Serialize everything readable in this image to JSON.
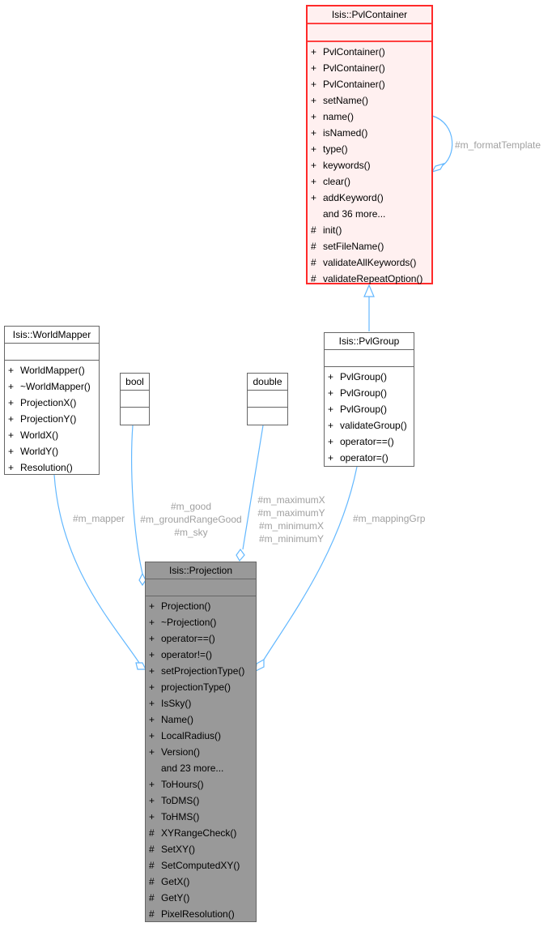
{
  "colors": {
    "edge": "#63b8ff",
    "focus_fill": "#999999",
    "highlight_border": "#ff2a2a",
    "highlight_fill": "#fff0f0",
    "label": "#a0a0a0"
  },
  "classes": {
    "pvlcontainer": {
      "name": "Isis::PvlContainer",
      "operations": [
        {
          "vis": "+",
          "name": "PvlContainer()"
        },
        {
          "vis": "+",
          "name": "PvlContainer()"
        },
        {
          "vis": "+",
          "name": "PvlContainer()"
        },
        {
          "vis": "+",
          "name": "setName()"
        },
        {
          "vis": "+",
          "name": "name()"
        },
        {
          "vis": "+",
          "name": "isNamed()"
        },
        {
          "vis": "+",
          "name": "type()"
        },
        {
          "vis": "+",
          "name": "keywords()"
        },
        {
          "vis": "+",
          "name": "clear()"
        },
        {
          "vis": "+",
          "name": "addKeyword()"
        },
        {
          "vis": "",
          "name": "and 36 more..."
        },
        {
          "vis": "#",
          "name": "init()"
        },
        {
          "vis": "#",
          "name": "setFileName()"
        },
        {
          "vis": "#",
          "name": "validateAllKeywords()"
        },
        {
          "vis": "#",
          "name": "validateRepeatOption()"
        }
      ]
    },
    "worldmapper": {
      "name": "Isis::WorldMapper",
      "operations": [
        {
          "vis": "+",
          "name": "WorldMapper()"
        },
        {
          "vis": "+",
          "name": "~WorldMapper()"
        },
        {
          "vis": "+",
          "name": "ProjectionX()"
        },
        {
          "vis": "+",
          "name": "ProjectionY()"
        },
        {
          "vis": "+",
          "name": "WorldX()"
        },
        {
          "vis": "+",
          "name": "WorldY()"
        },
        {
          "vis": "+",
          "name": "Resolution()"
        }
      ]
    },
    "bool": {
      "name": "bool"
    },
    "double": {
      "name": "double"
    },
    "pvlgroup": {
      "name": "Isis::PvlGroup",
      "operations": [
        {
          "vis": "+",
          "name": "PvlGroup()"
        },
        {
          "vis": "+",
          "name": "PvlGroup()"
        },
        {
          "vis": "+",
          "name": "PvlGroup()"
        },
        {
          "vis": "+",
          "name": "validateGroup()"
        },
        {
          "vis": "+",
          "name": "operator==()"
        },
        {
          "vis": "+",
          "name": "operator=()"
        }
      ]
    },
    "projection": {
      "name": "Isis::Projection",
      "operations": [
        {
          "vis": "+",
          "name": "Projection()"
        },
        {
          "vis": "+",
          "name": "~Projection()"
        },
        {
          "vis": "+",
          "name": "operator==()"
        },
        {
          "vis": "+",
          "name": "operator!=()"
        },
        {
          "vis": "+",
          "name": "setProjectionType()"
        },
        {
          "vis": "+",
          "name": "projectionType()"
        },
        {
          "vis": "+",
          "name": "IsSky()"
        },
        {
          "vis": "+",
          "name": "Name()"
        },
        {
          "vis": "+",
          "name": "LocalRadius()"
        },
        {
          "vis": "+",
          "name": "Version()"
        },
        {
          "vis": "",
          "name": "and 23 more..."
        },
        {
          "vis": "+",
          "name": "ToHours()"
        },
        {
          "vis": "+",
          "name": "ToDMS()"
        },
        {
          "vis": "+",
          "name": "ToHMS()"
        },
        {
          "vis": "#",
          "name": "XYRangeCheck()"
        },
        {
          "vis": "#",
          "name": "SetXY()"
        },
        {
          "vis": "#",
          "name": "SetComputedXY()"
        },
        {
          "vis": "#",
          "name": "GetX()"
        },
        {
          "vis": "#",
          "name": "GetY()"
        },
        {
          "vis": "#",
          "name": "PixelResolution()"
        }
      ]
    }
  },
  "edge_labels": {
    "format_template": "#m_formatTemplate",
    "mapper": "#m_mapper",
    "bool_members": [
      "#m_good",
      "#m_groundRangeGood",
      "#m_sky"
    ],
    "double_members": [
      "#m_maximumX",
      "#m_maximumY",
      "#m_minimumX",
      "#m_minimumY"
    ],
    "mapping_grp": "#m_mappingGrp"
  }
}
